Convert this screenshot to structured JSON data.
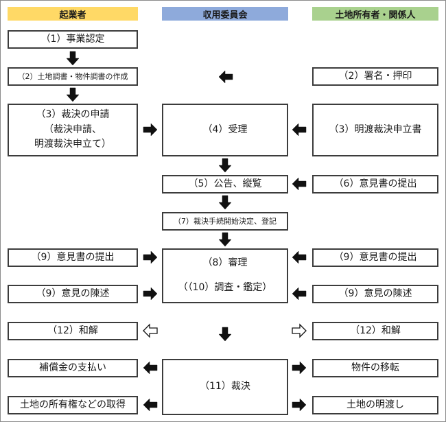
{
  "columns": {
    "initiator": {
      "label": "起業者",
      "color": "#ffd966"
    },
    "committee": {
      "label": "収用委員会",
      "color": "#8eaadb"
    },
    "owners": {
      "label": "土地所有者・関係人",
      "color": "#a9d18e"
    }
  },
  "boxes": {
    "project_approval": "（1）事業認定",
    "land_survey": "（2）土地調書・物件調書の作成",
    "sign_seal": "（2）署名・押印",
    "ruling_application": [
      "（3）裁決の申請",
      "（裁決申請、",
      "明渡裁決申立て）"
    ],
    "acceptance": "（4）受理",
    "eviction_petition": "（3）明渡裁決申立書",
    "public_notice": "（5）公告、縦覧",
    "opinion_owner_6": "（6）意見書の提出",
    "procedure_start": "（7）裁決手続開始決定、登記",
    "opinion_initiator_9": "（9）意見書の提出",
    "deliberation": "（8）審理",
    "opinion_owner_9": "（9）意見書の提出",
    "statement_initiator_9": "（9）意見の陳述",
    "investigation": "（（10）調査・鑑定）",
    "statement_owner_9": "（9）意見の陳述",
    "settlement_initiator": "（12）和解",
    "settlement_owner": "（12）和解",
    "compensation": "補償金の支払い",
    "ruling": "（11）裁決",
    "relocation": "物件の移転",
    "acquisition": "土地の所有権などの取得",
    "land_handover": "土地の明渡し"
  },
  "colors": {
    "border": "#3c3c3c",
    "arrow": "#111111",
    "frame": "#8a8a8a"
  }
}
